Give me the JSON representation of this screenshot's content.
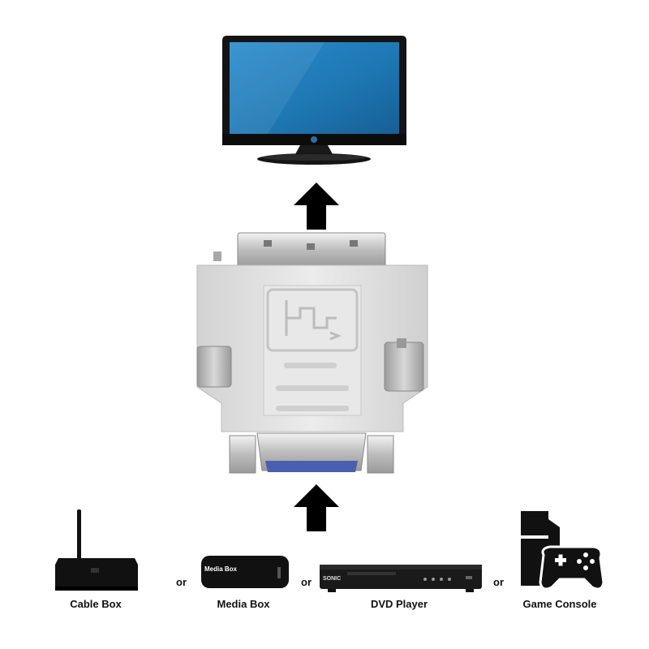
{
  "devices": [
    {
      "id": "cable-box",
      "label": "Cable Box"
    },
    {
      "id": "media-box",
      "label": "Media Box"
    },
    {
      "id": "dvd-player",
      "label": "DVD Player"
    },
    {
      "id": "game-console",
      "label": "Game Console"
    }
  ],
  "connector_word": "or",
  "media_box_print": "Media Box",
  "dvd_brand_print": "SONIC",
  "icons": {
    "monitor": "monitor-icon",
    "adapter": "dvi-vga-adapter-icon",
    "arrow": "arrow-up-icon",
    "cable_box": "cable-box-icon",
    "media_box": "media-box-icon",
    "dvd_player": "dvd-player-icon",
    "game_console": "game-console-icon"
  },
  "colors": {
    "screen": "#1e78b4",
    "adapter_body": "#e6e6e6",
    "vga_blue": "#4b5fb0",
    "device_black": "#111111"
  }
}
